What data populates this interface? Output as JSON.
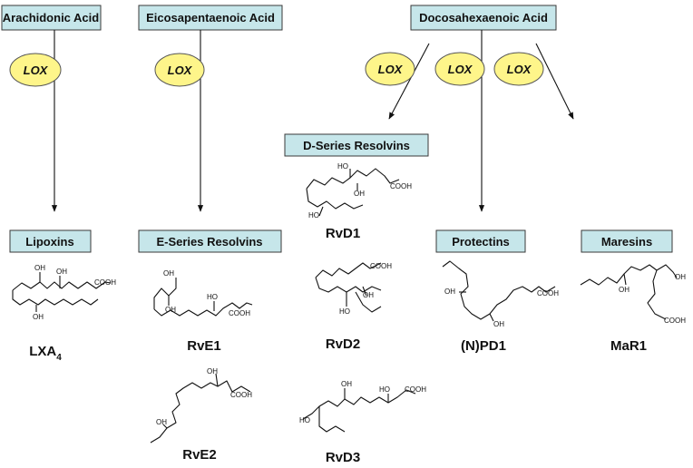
{
  "precursors": {
    "aa": "Arachidonic Acid",
    "epa": "Eicosapentaenoic Acid",
    "dha": "Docosahexaenoic Acid"
  },
  "enzyme": {
    "label": "LOX"
  },
  "families": {
    "lipoxins": "Lipoxins",
    "e_resolvins": "E-Series Resolvins",
    "d_resolvins": "D-Series Resolvins",
    "protectins": "Protectins",
    "maresins": "Maresins"
  },
  "compounds": {
    "lxa4_main": "LXA",
    "lxa4_sub": "4",
    "rve1": "RvE1",
    "rve2": "RvE2",
    "rvd1": "RvD1",
    "rvd2": "RvD2",
    "rvd3": "RvD3",
    "npd1": "(N)PD1",
    "mar1": "MaR1"
  },
  "atoms": {
    "oh": "OH",
    "cooh": "COOH",
    "ho": "HO"
  },
  "colors": {
    "box_fill": "#c6e6ea",
    "lox_fill": "#fef58a"
  }
}
